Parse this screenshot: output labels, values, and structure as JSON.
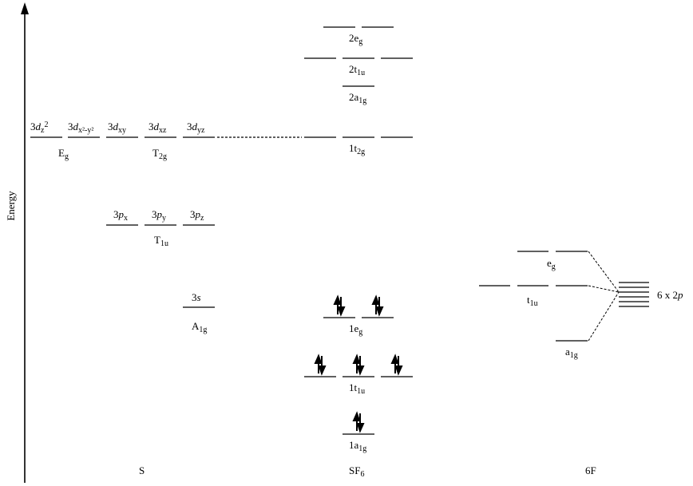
{
  "axis": {
    "label": "Energy"
  },
  "columns": {
    "left": "S",
    "middle": "SF6_label",
    "right": "6F"
  },
  "columns_text": {
    "middle_main": "SF",
    "middle_sub": "6"
  },
  "s_orbitals": {
    "d": [
      {
        "main": "3",
        "it": "d",
        "sub": "z",
        "sup": "2"
      },
      {
        "main": "3",
        "it": "d",
        "sub": "x²-y²"
      },
      {
        "main": "3",
        "it": "d",
        "sub": "xy"
      },
      {
        "main": "3",
        "it": "d",
        "sub": "xz"
      },
      {
        "main": "3",
        "it": "d",
        "sub": "yz"
      }
    ],
    "d_groups": [
      {
        "main": "E",
        "sub": "g"
      },
      {
        "main": "T",
        "sub": "2g"
      }
    ],
    "p": [
      {
        "main": "3",
        "it": "p",
        "sub": "x"
      },
      {
        "main": "3",
        "it": "p",
        "sub": "y"
      },
      {
        "main": "3",
        "it": "p",
        "sub": "z"
      }
    ],
    "p_group": {
      "main": "T",
      "sub": "1u"
    },
    "s": {
      "main": "3",
      "it": "s"
    },
    "s_group": {
      "main": "A",
      "sub": "1g"
    }
  },
  "sf6_levels": [
    {
      "main": "2e",
      "sub": "g",
      "count": 2,
      "electrons": 0
    },
    {
      "main": "2t",
      "sub": "1u",
      "count": 3,
      "electrons": 0
    },
    {
      "main": "2a",
      "sub": "1g",
      "count": 1,
      "electrons": 0
    },
    {
      "main": "1t",
      "sub": "2g",
      "count": 3,
      "electrons": 0
    },
    {
      "main": "1e",
      "sub": "g",
      "count": 2,
      "electrons": 4
    },
    {
      "main": "1t",
      "sub": "1u",
      "count": 3,
      "electrons": 6
    },
    {
      "main": "1a",
      "sub": "1g",
      "count": 1,
      "electrons": 2
    }
  ],
  "f_groups": [
    {
      "main": "e",
      "sub": "g",
      "count": 2
    },
    {
      "main": "t",
      "sub": "1u",
      "count": 3
    },
    {
      "main": "a",
      "sub": "1g",
      "count": 1
    }
  ],
  "f_stack": {
    "label_main": "6 x 2",
    "label_it": "p"
  }
}
